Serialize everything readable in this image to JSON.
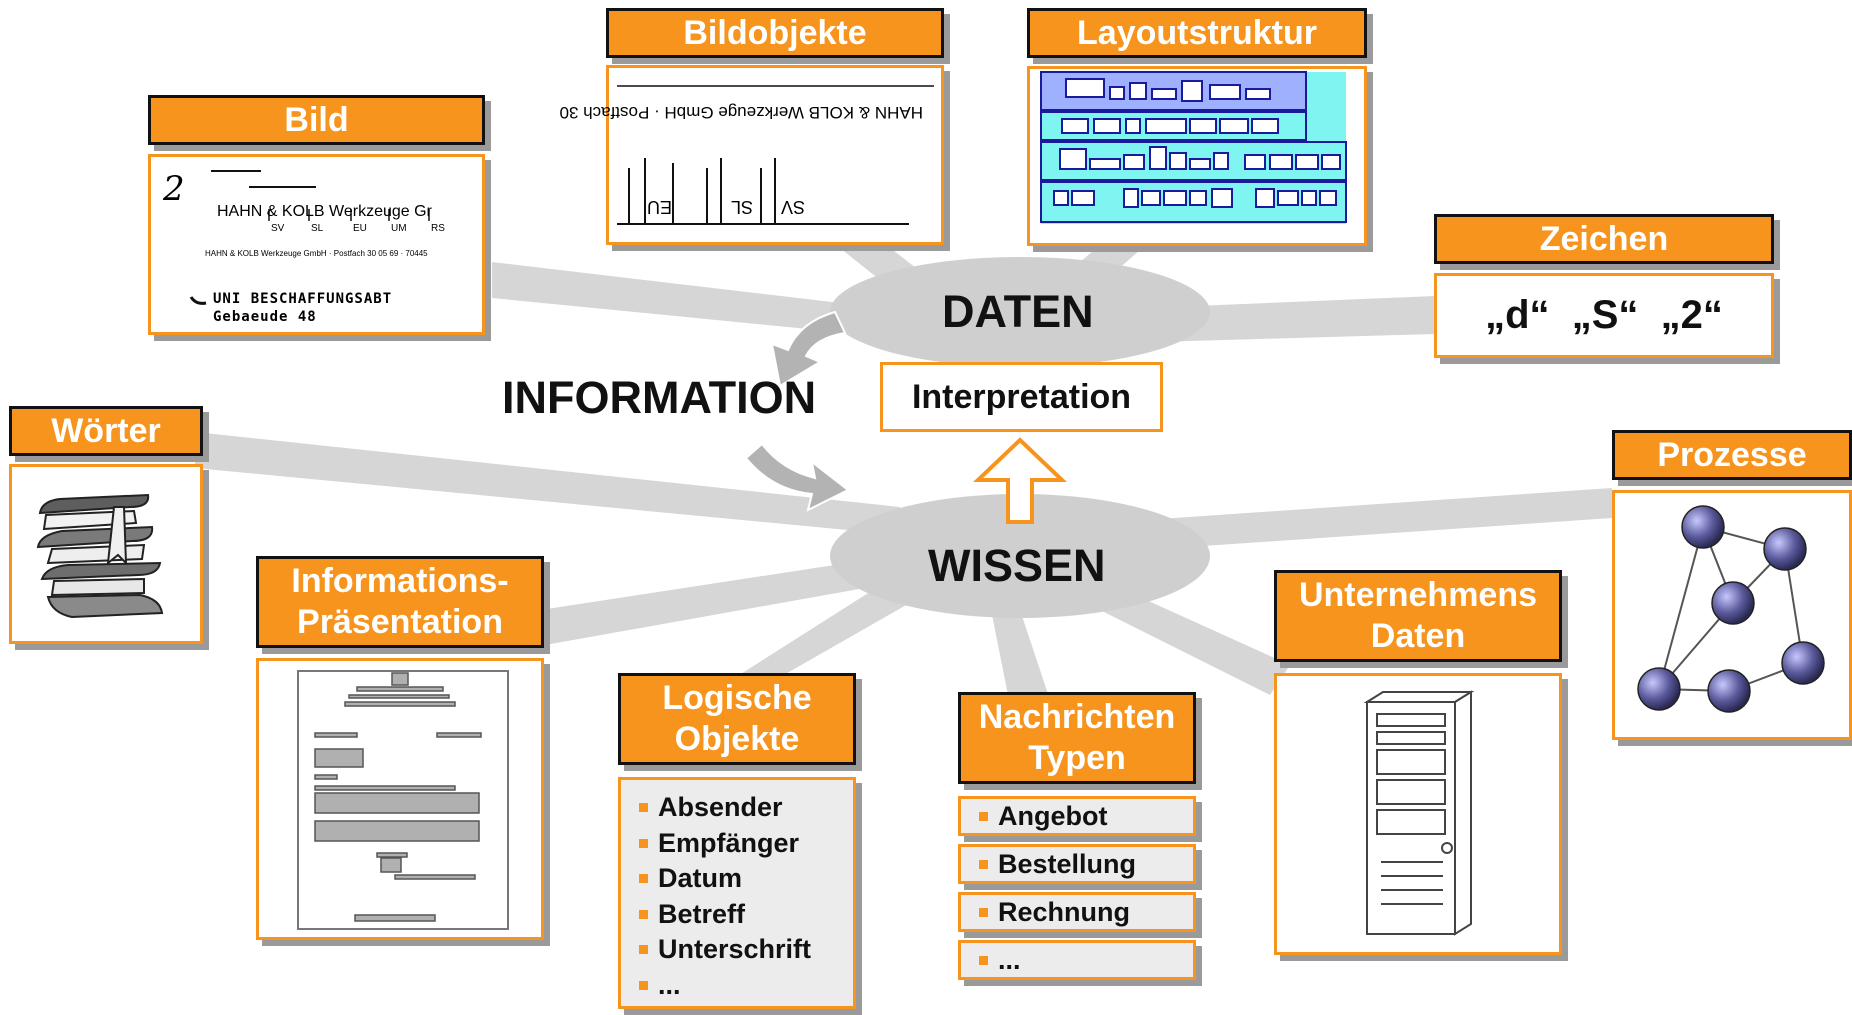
{
  "center": {
    "daten": "DATEN",
    "wissen": "WISSEN",
    "information": "INFORMATION",
    "interpretation": "Interpretation"
  },
  "nodes": {
    "bild": {
      "title": "Bild",
      "letter_number": "2",
      "company": "HAHN & KOLB Werkzeuge Gr",
      "codes": [
        "SV",
        "SL",
        "EU",
        "UM",
        "RS"
      ],
      "sender_line": "HAHN & KOLB Werkzeuge GmbH · Postfach 30 05 69 · 70445",
      "recipient_line1": "UNI BESCHAFFUNGSABT",
      "recipient_line2": "Gebaeude 48"
    },
    "bildobjekte": {
      "title": "Bildobjekte",
      "mirrored_text": "HAHN & KOLB Werkzeuge GmbH · Postfach 30",
      "fragments": [
        "EU",
        "SL",
        "SV"
      ]
    },
    "layoutstruktur": {
      "title": "Layoutstruktur"
    },
    "zeichen": {
      "title": "Zeichen",
      "chars": "„d“  „S“  „2“"
    },
    "woerter": {
      "title": "Wörter"
    },
    "prozesse": {
      "title": "Prozesse"
    },
    "praesentation": {
      "title_line1": "Informations-",
      "title_line2": "Präsentation"
    },
    "logische_objekte": {
      "title_line1": "Logische",
      "title_line2": "Objekte",
      "items": [
        "Absender",
        "Empfänger",
        "Datum",
        "Betreff",
        "Unterschrift",
        "..."
      ]
    },
    "nachrichten_typen": {
      "title_line1": "Nachrichten",
      "title_line2": "Typen",
      "items": [
        "Angebot",
        "Bestellung",
        "Rechnung",
        "..."
      ]
    },
    "unternehmensdaten": {
      "title_line1": "Unternehmens",
      "title_line2": "Daten"
    }
  },
  "colors": {
    "accent": "#f7941d",
    "ray": "#d6d6d6",
    "ellipse": "#cfcfcf",
    "arrow_gray": "#b3b3b3",
    "layout_fill": "#7ff5f2",
    "layout_border": "#1a1a9c",
    "node_fill": "#5a5a9c"
  }
}
